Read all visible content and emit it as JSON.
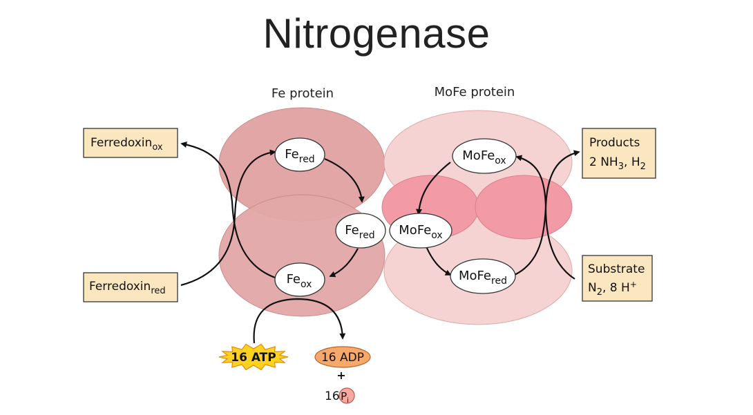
{
  "title": "Nitrogenase",
  "labels": {
    "fe_protein": "Fe protein",
    "mofe_protein": "MoFe protein"
  },
  "nodes": {
    "fe_red_top": {
      "base": "Fe",
      "sub": "red"
    },
    "fe_red_mid": {
      "base": "Fe",
      "sub": "red"
    },
    "fe_ox": {
      "base": "Fe",
      "sub": "ox"
    },
    "mofe_ox_top": {
      "base": "MoFe",
      "sub": "ox"
    },
    "mofe_ox_mid": {
      "base": "MoFe",
      "sub": "ox"
    },
    "mofe_red": {
      "base": "MoFe",
      "sub": "red"
    }
  },
  "boxes": {
    "ferredoxin_ox": {
      "base": "Ferredoxin",
      "sub": "ox"
    },
    "ferredoxin_red": {
      "base": "Ferredoxin",
      "sub": "red"
    },
    "products": {
      "line1": "Products",
      "line2": {
        "a": "2 NH",
        "sub": "3",
        "b": ", H",
        "sub2": "2"
      }
    },
    "substrate": {
      "line1": "Substrate",
      "line2": {
        "a": "N",
        "sub": "2",
        "b": ", 8 H",
        "sup": "+"
      }
    }
  },
  "energy": {
    "atp": "16 ATP",
    "adp": "16 ADP",
    "plus": "+",
    "pi_coeff": "16",
    "pi_base": "P",
    "pi_sub": "i"
  },
  "colors": {
    "fe_protein": "#e2a6a6",
    "fe_protein_stroke": "#c98a8a",
    "mofe_protein": "#f6d3d3",
    "mofe_protein_stroke": "#dba9a9",
    "mofe_core": "#f29aa5",
    "box_fill": "#fbe7bf",
    "atp_star": "#ffd21f",
    "adp_fill": "#f6a96a",
    "pi_fill": "#f7a9a0",
    "arrow": "#111111"
  }
}
